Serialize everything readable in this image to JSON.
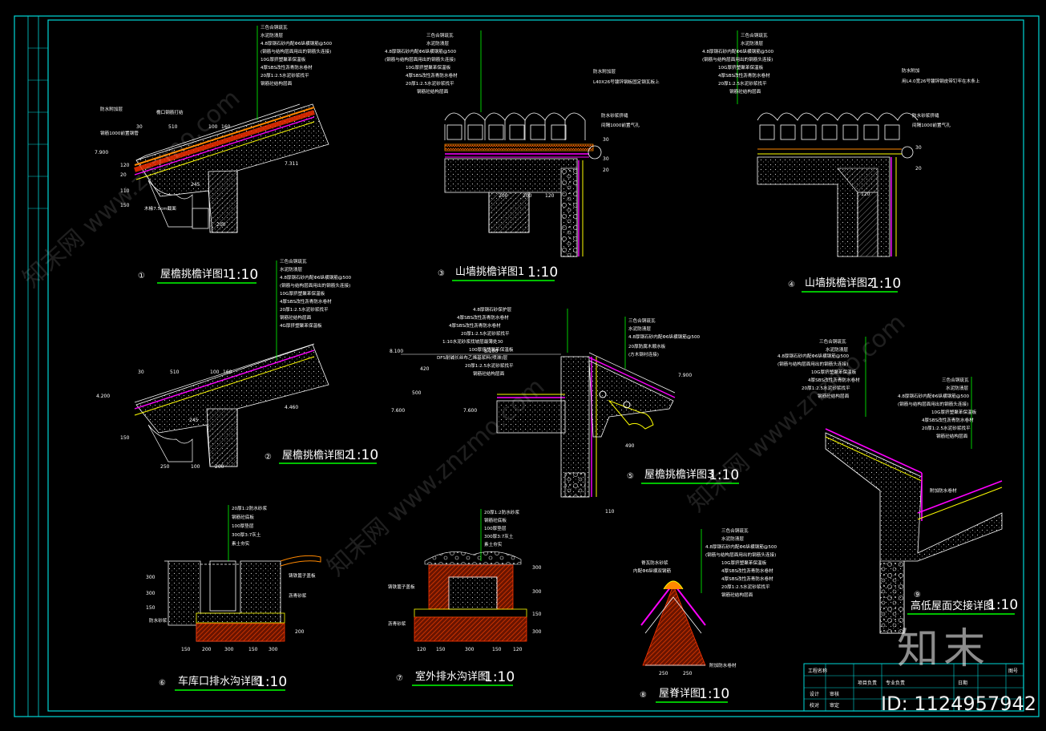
{
  "colors": {
    "background": "#000000",
    "frame": "#00d7d7",
    "leader": "#00ff00",
    "membrane": "#ff00ff",
    "insul": "#ffff00",
    "brick": "#ff3300",
    "wood": "#ff8800",
    "text": "#ffffff"
  },
  "d1": {
    "num": "①",
    "title": "屋檐挑檐详图1",
    "scale": "1:10",
    "notes": [
      "三色合铜琉瓦",
      "水泥防溃层",
      "4.8厚钢石砂内配Φ6纵横钢筋@500",
      "(钢筋与结构层面用出的钢筋头连接)",
      "10G厚挤塑聚苯保温板",
      "4厚SBS改性沥青防水卷材",
      "20厚1:2.5水泥砂浆找平",
      "钢筋砼结构层面"
    ],
    "left_notes": [
      "防水附加层",
      "钢筋1000前置钢管",
      "檐口钢筋打结",
      "木椽7.5cm截面"
    ],
    "dims": [
      "30",
      "510",
      "100",
      "160",
      "245",
      "20",
      "110",
      "200",
      "150",
      "120",
      "7.900",
      "7.311"
    ]
  },
  "d2": {
    "num": "②",
    "title": "屋檐挑檐详图2",
    "scale": "1:10",
    "notes": [
      "三色合铜琉瓦",
      "水泥防溃层",
      "4.8厚钢石砂内配Φ6纵横钢筋@500",
      "(钢筋与结构层面用出的钢筋头连接)",
      "10G厚挤塑聚苯保温板",
      "4厚SBS改性沥青防水卷材",
      "20厚1:2.5水泥砂浆找平",
      "钢筋砼结构层面",
      "4G厚挤塑聚苯保温板"
    ],
    "dims": [
      "30",
      "510",
      "100",
      "160",
      "245",
      "250",
      "150",
      "100",
      "200",
      "4.200",
      "4.460"
    ]
  },
  "d3": {
    "num": "③",
    "title": "山墙挑檐详图1",
    "scale": "1:10",
    "notes": [
      "三色合铜琉瓦",
      "水泥防溃层",
      "4.8厚钢石砂内配Φ6纵横钢筋@500",
      "(钢筋与结构层面用出的钢筋头连接)",
      "10G厚挤塑聚苯保温板",
      "4厚SBS改性沥青防水卷材",
      "20厚1:2.5水泥砂浆找平",
      "钢筋砼结构层面"
    ],
    "callouts": [
      "防水附加层",
      "L40X26号镀锌钢板固定钢瓦板上",
      "防水砂浆挤缝",
      "间隔1000前置气孔"
    ],
    "dims": [
      "200",
      "200",
      "120",
      "30",
      "30",
      "20"
    ]
  },
  "d4": {
    "num": "④",
    "title": "山墙挑檐详图2",
    "scale": "1:10",
    "notes": [
      "三色合铜琉瓦",
      "水泥防溃层",
      "4.8厚钢石砂内配Φ6纵横钢筋@500",
      "(钢筋与结构层面用出的钢筋头连接)",
      "10G厚挤塑聚苯保温板",
      "4厚SBS改性沥青防水卷材",
      "20厚1:2.5水泥砂浆找平",
      "钢筋砼结构层面"
    ],
    "callouts": [
      "防水附加",
      "用L4.0宽26号镀锌钢皮带钉牢在木条上",
      "防水砂浆挤缝",
      "间隔1000前置气孔"
    ],
    "dims": [
      "120",
      "30",
      "20"
    ]
  },
  "d5": {
    "num": "⑤",
    "title": "屋檐挑檐详图3",
    "scale": "1:10",
    "left_notes": [
      "4.8厚钢石砂保护层",
      "4厚SBS改性沥青防水卷材",
      "4厚SBS改性沥青防水卷材",
      "20厚1:2.5水泥砂浆找平",
      "1:10水泥砂浆找坡层最薄处30",
      "100厚挤塑聚苯保温板",
      "DFS耐碱长丝布乙烯基浆料(喷淋)层",
      "20厚1:2.5水泥砂浆找平",
      "钢筋砼结构层面"
    ],
    "right_notes": [
      "三色合铜琉瓦",
      "水泥防溃层",
      "4.8厚钢石砂内配Φ6纵横钢筋@500",
      "20厚防腐木顺水板",
      "(方木钢衬连接)"
    ],
    "dims": [
      "8.100",
      "8.100",
      "7.600",
      "7.600",
      "490",
      "7.900",
      "500",
      "420",
      "110"
    ]
  },
  "d6": {
    "num": "⑥",
    "title": "车库口排水沟详图",
    "scale": "1:10",
    "notes": [
      "20厚1:2防水砂浆",
      "钢筋砼底板",
      "100厚垫层",
      "300厚3:7灰土",
      "素土夯实"
    ],
    "side_notes": [
      "铸铁篦子盖板",
      "沥青砂浆",
      "防水砂浆"
    ],
    "dims": [
      "300",
      "300",
      "150",
      "150",
      "200",
      "300",
      "150",
      "300",
      "200"
    ]
  },
  "d7": {
    "num": "⑦",
    "title": "室外排水沟详图",
    "scale": "1:10",
    "notes": [
      "20厚1:2防水砂浆",
      "钢筋砼底板",
      "100厚垫层",
      "300厚3:7灰土",
      "素土夯实"
    ],
    "side_notes": [
      "铸铁篦子盖板",
      "沥青砂浆"
    ],
    "dims": [
      "120",
      "150",
      "300",
      "150",
      "120",
      "300",
      "300",
      "150",
      "300"
    ]
  },
  "d8": {
    "num": "⑧",
    "title": "屋脊详图",
    "scale": "1:10",
    "notes": [
      "三色合铜琉瓦",
      "水泥防溃层",
      "4.8厚钢石砂内配Φ6纵横钢筋@500",
      "(钢筋与结构层面用出的钢筋头连接)",
      "10G厚挤塑聚苯保温板",
      "4厚SBS改性沥青防水卷材",
      "4厚SBS改性沥青防水卷材",
      "20厚1:2.5水泥砂浆找平",
      "钢筋砼结构层面"
    ],
    "callouts": [
      "脊瓦防水砂浆",
      "内配Φ6纵横双钢筋"
    ],
    "dims": [
      "250",
      "250"
    ],
    "bottom_note": "附加防水卷材"
  },
  "d9": {
    "num": "⑨",
    "title": "高低屋面交接详图",
    "scale": "1:10",
    "notes_top": [
      "三色合铜琉瓦",
      "水泥防溃层",
      "4.8厚钢石砂内配Φ6纵横钢筋@500",
      "(钢筋与结构层面用出的钢筋头连接)",
      "10G厚挤塑聚苯保温板",
      "4厚SBS改性沥青防水卷材",
      "20厚1:2.5水泥砂浆找平",
      "钢筋砼结构层面"
    ],
    "notes_right": [
      "三色合铜琉瓦",
      "水泥防溃层",
      "4.8厚钢石砂内配Φ6纵横钢筋@500",
      "(钢筋与结构层面用出的钢筋头连接)",
      "10G厚挤塑聚苯保温板",
      "4厚SBS改性沥青防水卷材",
      "20厚1:2.5水泥砂浆找平",
      "钢筋砼结构层面"
    ],
    "callout": "附加防水卷材"
  },
  "title_block": {
    "labels": [
      "工程名称",
      "项目负责",
      "专业负责",
      "设计",
      "校对",
      "审核",
      "审定",
      "日期",
      "图号"
    ]
  },
  "watermark": {
    "text": "知末网 www.znzmo.com",
    "brand": "知末",
    "id": "ID: 1124957942"
  }
}
